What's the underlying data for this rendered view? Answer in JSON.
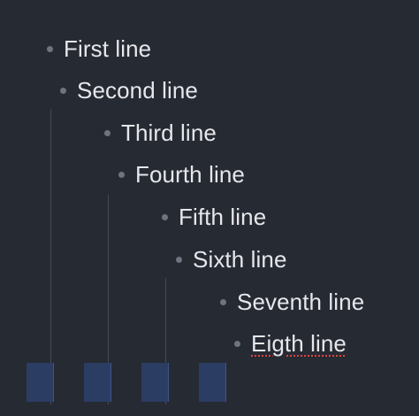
{
  "outline": {
    "items": [
      {
        "label": "First line"
      },
      {
        "label": "Second line"
      },
      {
        "label": "Third line"
      },
      {
        "label": "Fourth line"
      },
      {
        "label": "Fifth line"
      },
      {
        "label": "Sixth line"
      },
      {
        "label": "Seventh line"
      },
      {
        "label": "Eigth line",
        "spellcheck_flag": true
      }
    ]
  },
  "colors": {
    "background": "#262a33",
    "text": "#e6e7eb",
    "bullet": "#6f7480",
    "guide": "#454a55",
    "indent_block": "#2c3d63",
    "spellcheck_underline": "#e0443e"
  }
}
